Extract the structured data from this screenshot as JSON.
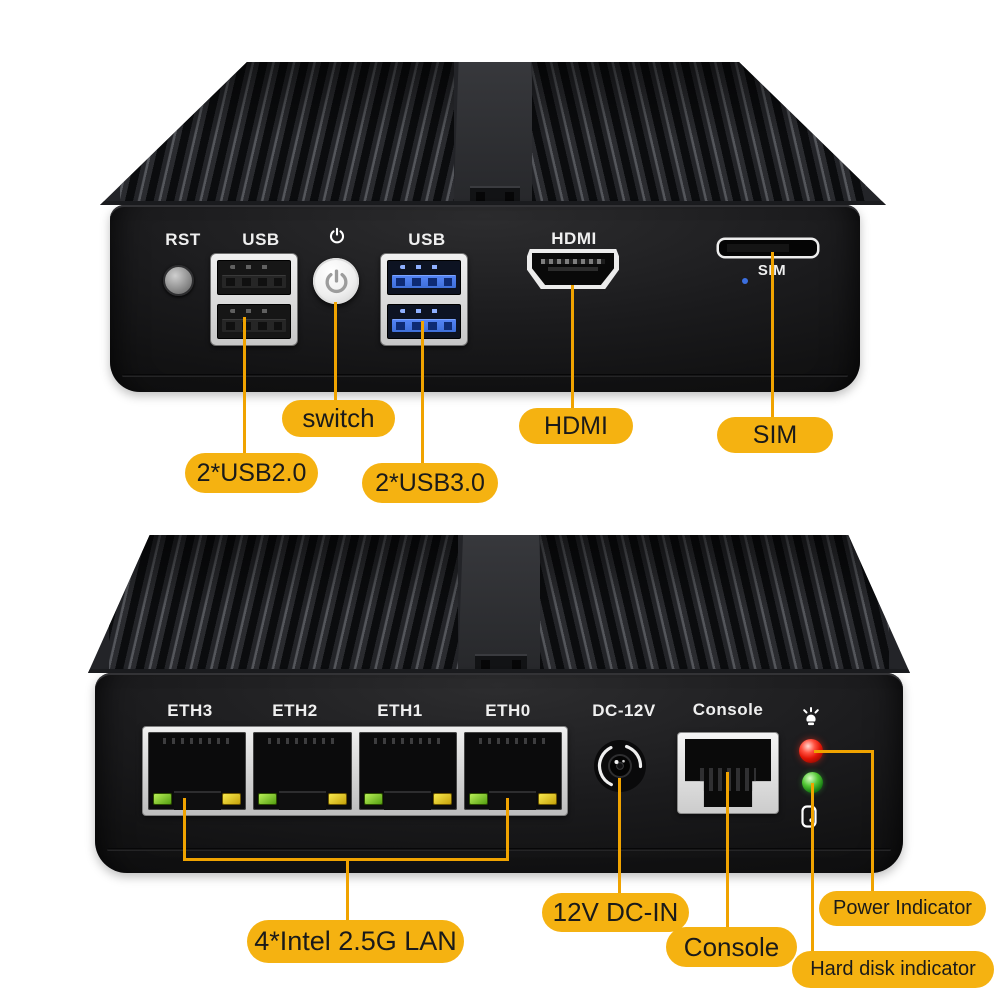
{
  "colors": {
    "callout_fill": "#F5B211",
    "callout_line": "#F0A300",
    "usb3_blue": "#3E6FD9",
    "led_red": "#E01505",
    "led_green": "#177A13",
    "sim_dot": "#3B6FE0"
  },
  "front_view": {
    "port_labels": {
      "rst": "RST",
      "usb_left": "USB",
      "usb_right": "USB",
      "hdmi": "HDMI",
      "sim": "SIM"
    },
    "callouts": {
      "switch": "switch",
      "usb20": "2*USB2.0",
      "usb30": "2*USB3.0",
      "hdmi": "HDMI",
      "sim": "SIM"
    }
  },
  "rear_view": {
    "port_labels": {
      "eth3": "ETH3",
      "eth2": "ETH2",
      "eth1": "ETH1",
      "eth0": "ETH0",
      "dc": "DC-12V",
      "console": "Console"
    },
    "callouts": {
      "lan": "4*Intel 2.5G LAN",
      "dc_in": "12V DC-IN",
      "console": "Console",
      "power": "Power Indicator",
      "hdd": "Hard disk indicator"
    }
  },
  "icons": {
    "power_button": "power-icon",
    "power_symbol": "power-symbol-icon",
    "power_indicator": "lamp-icon",
    "hdd_indicator": "hard-disk-icon"
  }
}
